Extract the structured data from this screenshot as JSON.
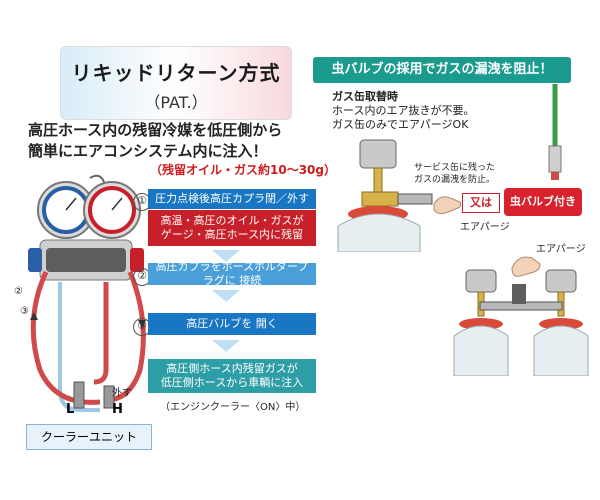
{
  "title": {
    "main": "リキッドリターン方式",
    "sub": "（PAT.）"
  },
  "lead": {
    "line1": "高圧ホース内の残留冷媒を低圧側から",
    "line2": "簡単にエアコンシステム内に注入！",
    "note": "（残留オイル・ガス約10～30g）"
  },
  "steps": [
    {
      "num": "①",
      "lines": [
        "圧力点検後高圧カプラ閉／外す"
      ],
      "color": "#1976c3"
    },
    {
      "num": "",
      "lines": [
        "高温・高圧のオイル・ガスが",
        "ゲージ・高圧ホース内に残留"
      ],
      "color": "#c8202a"
    },
    {
      "num": "②",
      "lines": [
        "高圧カプラをホースホルダープラグに 接続"
      ],
      "color": "#4b9fd8"
    },
    {
      "num": "③",
      "lines": [
        "高圧バルブを 開く"
      ],
      "color": "#1976c3"
    },
    {
      "num": "",
      "lines": [
        "高圧側ホース内残留ガスが",
        "低圧側ホースから車輌に注入"
      ],
      "color": "#2e9ea6"
    }
  ],
  "engine_note": "（エンジンクーラー〈ON〉中）",
  "diagram": {
    "label_l": "L",
    "label_h": "H",
    "detach": "外す",
    "num2": "②",
    "num3": "③",
    "cooler_unit": "クーラーユニット"
  },
  "right": {
    "header": "虫バルブの採用でガスの漏洩を阻止！",
    "gas_title": "ガス缶取替時",
    "gas_line1": "ホース内のエア抜きが不要。",
    "gas_line2": "ガス缶のみでエアパージOK",
    "service_line1": "サービス缶に残った",
    "service_line2": "ガスの漏洩を防止。",
    "or_label": "又は",
    "valve_label": "虫バルブ付き",
    "air_purge_1": "エアパージ",
    "air_purge_2": "エアパージ"
  },
  "colors": {
    "header_teal": "#1b9a8e",
    "accent_red": "#d8222e",
    "step_blue": "#1976c3",
    "step_red": "#c8202a"
  }
}
